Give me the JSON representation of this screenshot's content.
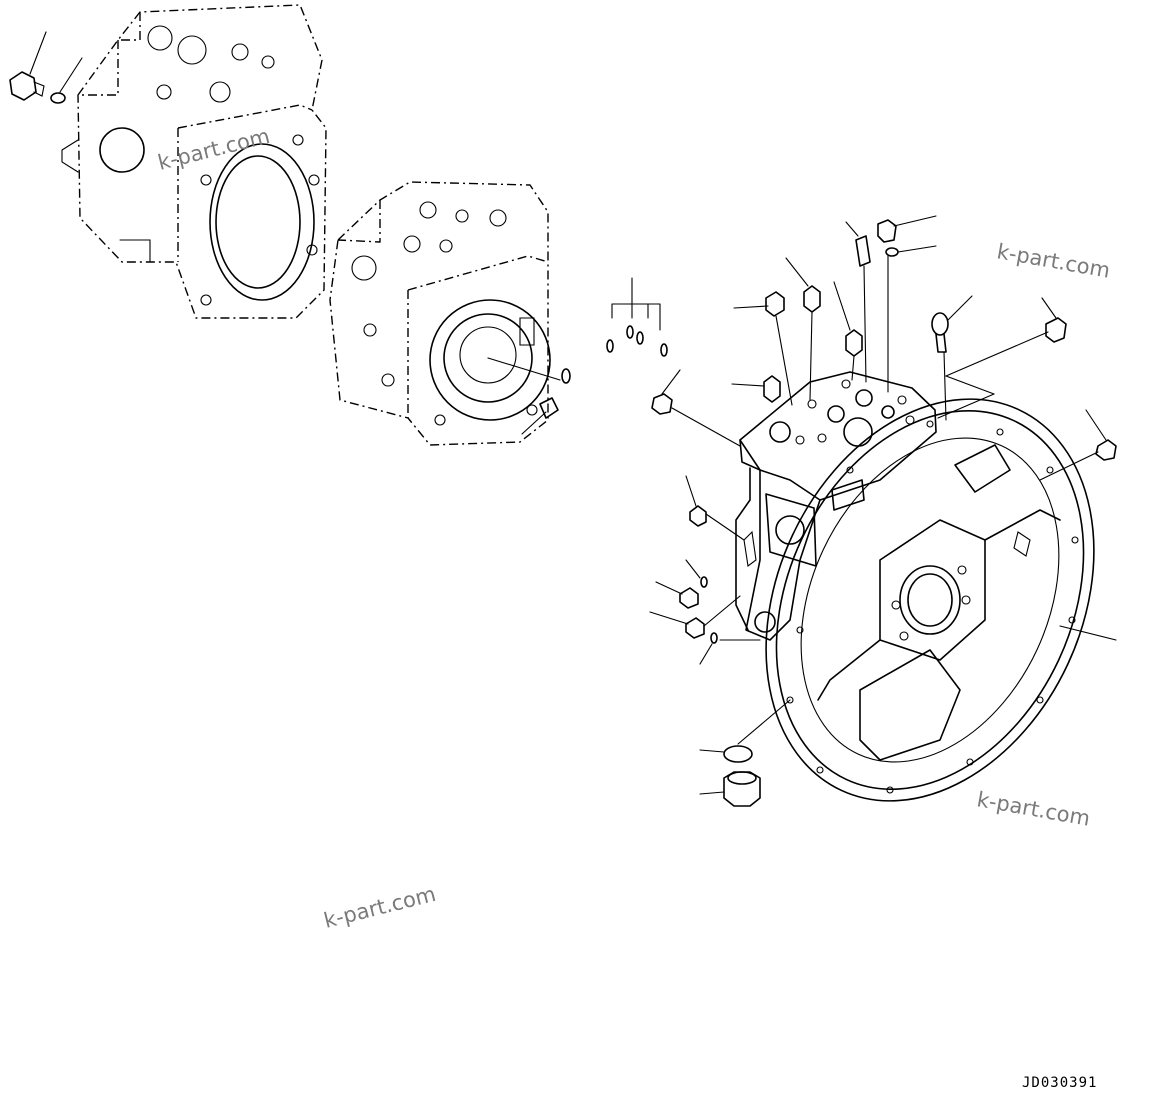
{
  "diagram": {
    "drawing_code": "JD030391",
    "watermarks": [
      "k-part.com",
      "k-part.com",
      "k-part.com",
      "k-part.com"
    ]
  }
}
